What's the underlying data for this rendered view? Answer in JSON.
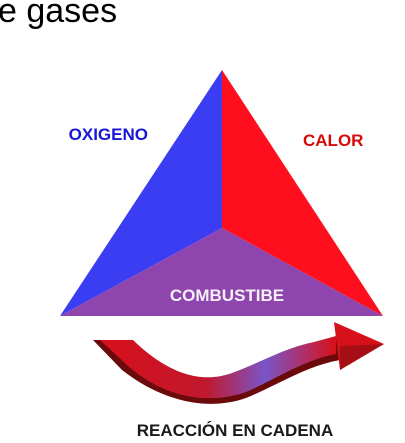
{
  "heading": "e gases",
  "triangle": {
    "left_label": "OXIGENO",
    "right_label": "CALOR",
    "bottom_label": "COMBUSTIBE",
    "colors": {
      "oxygen": "#3b3df2",
      "heat": "#ff0f1e",
      "fuel": "#8e45ae",
      "left_label": "#1717d6",
      "right_label": "#d60a0a",
      "bottom_label": "#f4f0f6"
    }
  },
  "chain": {
    "label": "REACCIÓN EN CADENA",
    "colors": {
      "arrow_red": "#d8101a",
      "arrow_purple": "#7a55c8",
      "arrow_shadow": "#6a0a0a"
    }
  }
}
